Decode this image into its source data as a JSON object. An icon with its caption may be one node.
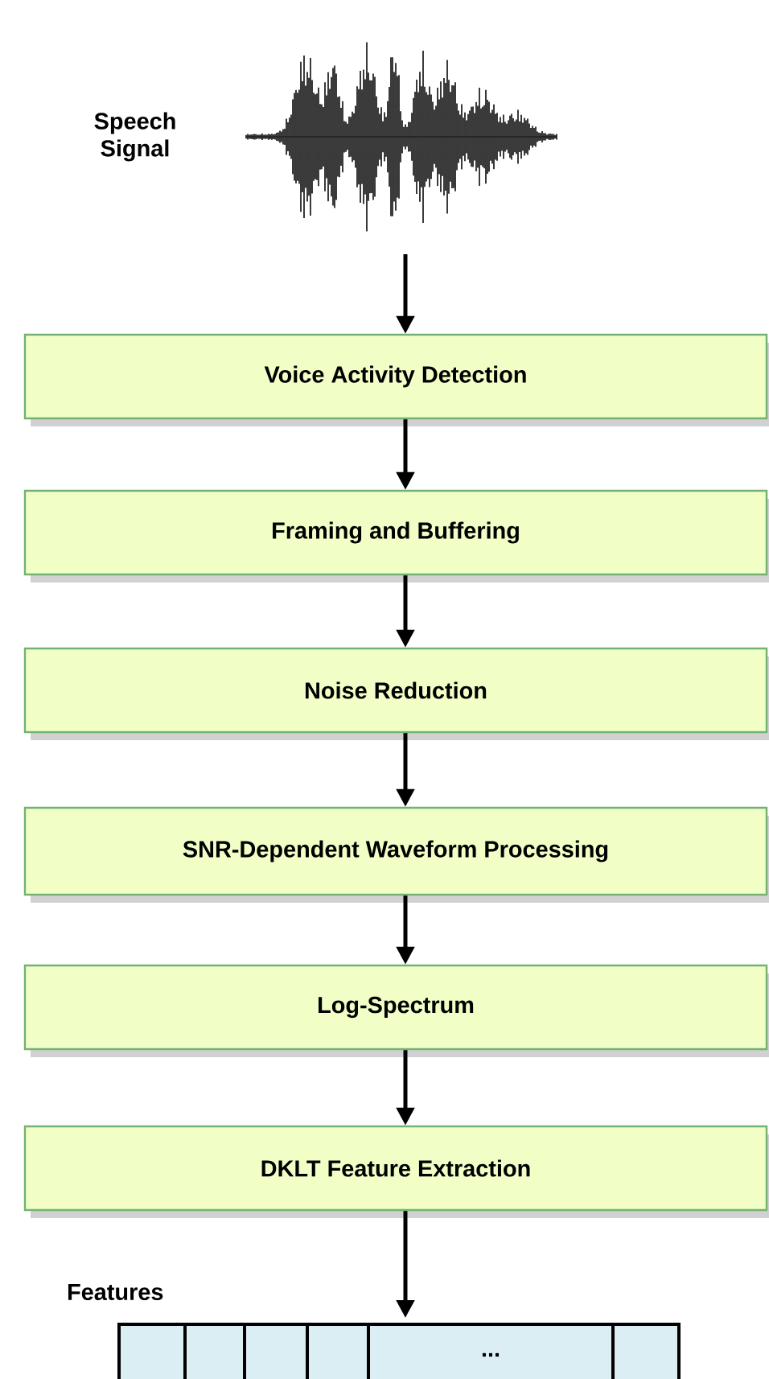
{
  "diagram": {
    "nodes": [
      {
        "text": [],
        "shape": "picture",
        "beside": [
          "Speech Signal"
        ]
      },
      {
        "text": [
          "Voice Activity Detection"
        ]
      },
      {
        "text": [
          "Framing and Buffering"
        ]
      },
      {
        "text": [
          "Noise Reduction"
        ]
      },
      {
        "text": [
          "SNR-Dependent Waveform Processing"
        ]
      },
      {
        "text": [
          "Log-Spectrum"
        ]
      },
      {
        "text": [
          "DKLT Feature Extraction"
        ]
      },
      {
        "text": [
          "Features",
          "..."
        ]
      }
    ],
    "edges": [
      {
        "from": 0,
        "to": 1,
        "arrow": "to"
      },
      {
        "from": 1,
        "to": 2,
        "arrow": "to"
      },
      {
        "from": 2,
        "to": 3,
        "arrow": "to"
      },
      {
        "from": 3,
        "to": 4,
        "arrow": "to"
      },
      {
        "from": 4,
        "to": 5,
        "arrow": "to"
      },
      {
        "from": 5,
        "to": 6,
        "arrow": "to"
      },
      {
        "from": 6,
        "to": 7,
        "arrow": "to"
      }
    ]
  }
}
